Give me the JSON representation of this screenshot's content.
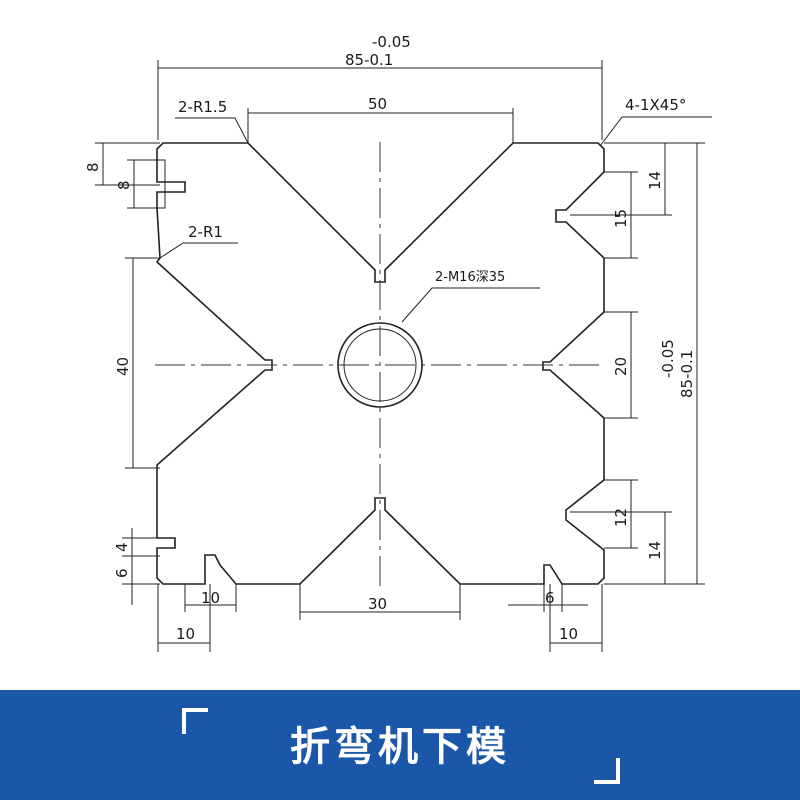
{
  "drawing": {
    "top_width_tol": "-0.05",
    "top_width": "85-0.1",
    "right_height_tol": "-0.05",
    "right_height": "85-0.1",
    "r15_note": "2-R1.5",
    "chamfer_note": "4-1X45°",
    "r1_note": "2-R1",
    "hole_note": "2-M16深35",
    "dim_50": "50",
    "dim_40": "40",
    "dim_30": "30",
    "dim_20": "20",
    "dim_15": "15",
    "dim_14_top": "14",
    "dim_14_bottom": "14",
    "dim_12": "12",
    "dim_8_outer": "8",
    "dim_8_inner": "8",
    "dim_6": "6",
    "dim_4": "4",
    "dim_10_left_inner": "10",
    "dim_10_left_outer": "10",
    "dim_6_right": "6",
    "dim_10_right": "10"
  },
  "banner": {
    "title": "折弯机下模",
    "color": "#1b57a8"
  }
}
